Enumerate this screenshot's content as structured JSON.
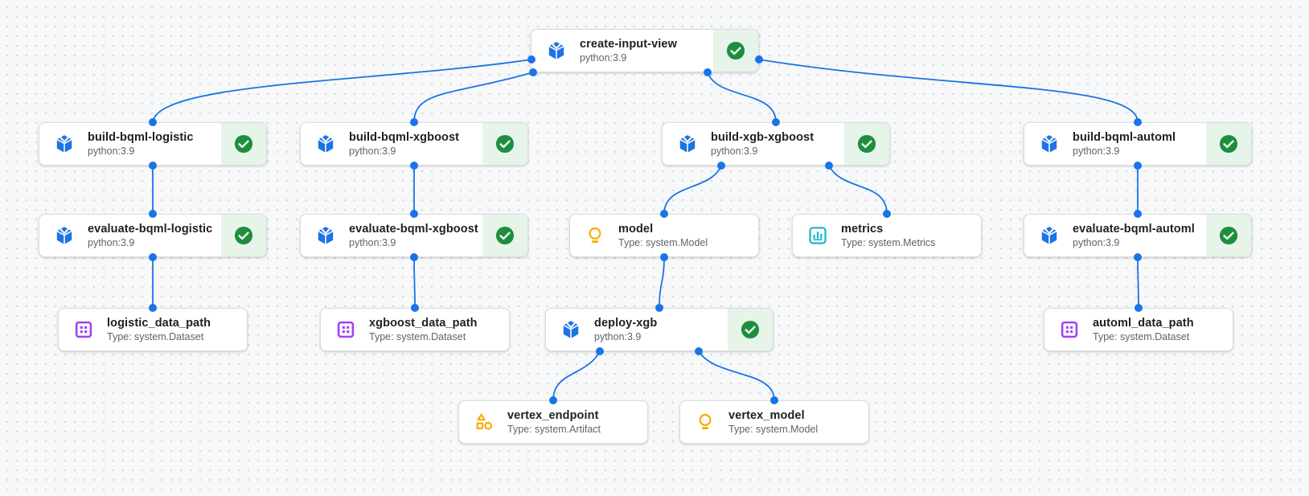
{
  "app": {
    "view": "pipeline-dag"
  },
  "colors": {
    "edge": "#1a73e8",
    "exec_icon": "#1a73e8",
    "success_green": "#1e8e3e",
    "success_bg": "#e6f4ea",
    "model_icon": "#f9ab00",
    "metrics_icon": "#12b5cb",
    "dataset_icon": "#a142f4",
    "artifact_icon": "#f9ab00",
    "title_text": "#202124",
    "subtitle_text": "#5f6368"
  },
  "nodes": [
    {
      "id": "create-input-view",
      "title": "create-input-view",
      "subtitle": "python:3.9",
      "kind": "execution",
      "icon": "cube-icon",
      "status": "succeeded"
    },
    {
      "id": "build-bqml-logistic",
      "title": "build-bqml-logistic",
      "subtitle": "python:3.9",
      "kind": "execution",
      "icon": "cube-icon",
      "status": "succeeded"
    },
    {
      "id": "build-bqml-xgboost",
      "title": "build-bqml-xgboost",
      "subtitle": "python:3.9",
      "kind": "execution",
      "icon": "cube-icon",
      "status": "succeeded"
    },
    {
      "id": "build-xgb-xgboost",
      "title": "build-xgb-xgboost",
      "subtitle": "python:3.9",
      "kind": "execution",
      "icon": "cube-icon",
      "status": "succeeded"
    },
    {
      "id": "build-bqml-automl",
      "title": "build-bqml-automl",
      "subtitle": "python:3.9",
      "kind": "execution",
      "icon": "cube-icon",
      "status": "succeeded"
    },
    {
      "id": "evaluate-bqml-logistic",
      "title": "evaluate-bqml-logistic",
      "subtitle": "python:3.9",
      "kind": "execution",
      "icon": "cube-icon",
      "status": "succeeded"
    },
    {
      "id": "evaluate-bqml-xgboost",
      "title": "evaluate-bqml-xgboost",
      "subtitle": "python:3.9",
      "kind": "execution",
      "icon": "cube-icon",
      "status": "succeeded"
    },
    {
      "id": "model",
      "title": "model",
      "subtitle": "Type: system.Model",
      "kind": "artifact",
      "icon": "model-lightbulb-icon"
    },
    {
      "id": "metrics",
      "title": "metrics",
      "subtitle": "Type: system.Metrics",
      "kind": "artifact",
      "icon": "metrics-chart-icon"
    },
    {
      "id": "evaluate-bqml-automl",
      "title": "evaluate-bqml-automl",
      "subtitle": "python:3.9",
      "kind": "execution",
      "icon": "cube-icon",
      "status": "succeeded"
    },
    {
      "id": "logistic_data_path",
      "title": "logistic_data_path",
      "subtitle": "Type: system.Dataset",
      "kind": "artifact",
      "icon": "dataset-icon"
    },
    {
      "id": "xgboost_data_path",
      "title": "xgboost_data_path",
      "subtitle": "Type: system.Dataset",
      "kind": "artifact",
      "icon": "dataset-icon"
    },
    {
      "id": "deploy-xgb",
      "title": "deploy-xgb",
      "subtitle": "python:3.9",
      "kind": "execution",
      "icon": "cube-icon",
      "status": "succeeded"
    },
    {
      "id": "automl_data_path",
      "title": "automl_data_path",
      "subtitle": "Type: system.Dataset",
      "kind": "artifact",
      "icon": "dataset-icon"
    },
    {
      "id": "vertex_endpoint",
      "title": "vertex_endpoint",
      "subtitle": "Type: system.Artifact",
      "kind": "artifact",
      "icon": "artifact-shapes-icon"
    },
    {
      "id": "vertex_model",
      "title": "vertex_model",
      "subtitle": "Type: system.Model",
      "kind": "artifact",
      "icon": "model-lightbulb-icon"
    }
  ],
  "edges": [
    {
      "from": "create-input-view",
      "to": "build-bqml-logistic"
    },
    {
      "from": "create-input-view",
      "to": "build-bqml-xgboost"
    },
    {
      "from": "create-input-view",
      "to": "build-xgb-xgboost"
    },
    {
      "from": "create-input-view",
      "to": "build-bqml-automl"
    },
    {
      "from": "build-bqml-logistic",
      "to": "evaluate-bqml-logistic"
    },
    {
      "from": "build-bqml-xgboost",
      "to": "evaluate-bqml-xgboost"
    },
    {
      "from": "build-xgb-xgboost",
      "to": "model"
    },
    {
      "from": "build-xgb-xgboost",
      "to": "metrics"
    },
    {
      "from": "build-bqml-automl",
      "to": "evaluate-bqml-automl"
    },
    {
      "from": "evaluate-bqml-logistic",
      "to": "logistic_data_path"
    },
    {
      "from": "evaluate-bqml-xgboost",
      "to": "xgboost_data_path"
    },
    {
      "from": "model",
      "to": "deploy-xgb"
    },
    {
      "from": "evaluate-bqml-automl",
      "to": "automl_data_path"
    },
    {
      "from": "deploy-xgb",
      "to": "vertex_endpoint"
    },
    {
      "from": "deploy-xgb",
      "to": "vertex_model"
    }
  ]
}
